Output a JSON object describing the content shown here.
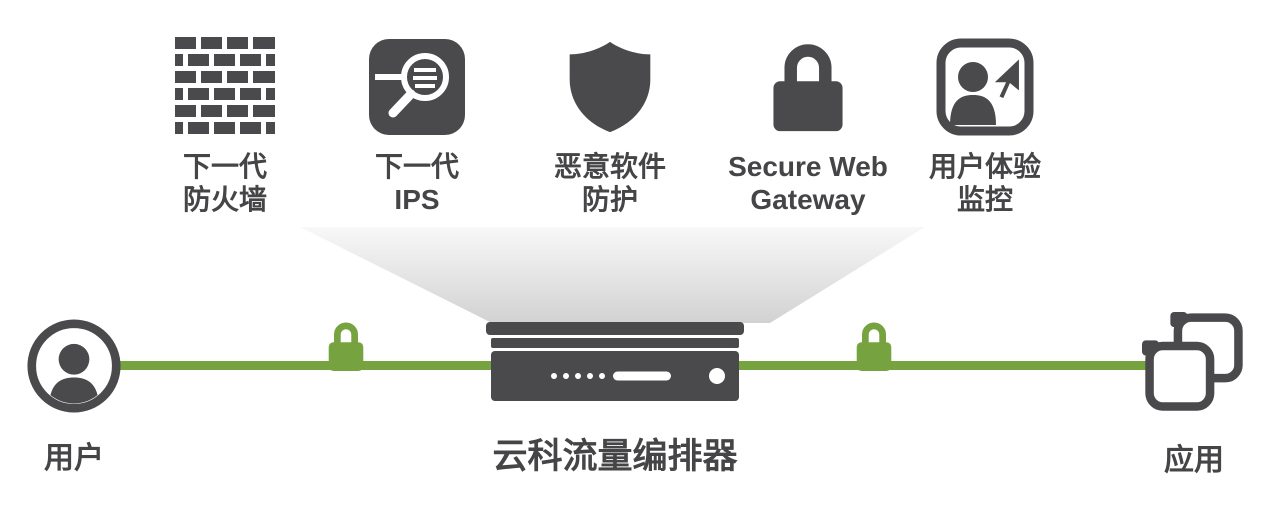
{
  "colors": {
    "dark_gray": "#4a4a4c",
    "green": "#77a240",
    "funnel_light": "#f8f8f8",
    "funnel_dark": "#d2d2d2"
  },
  "services": [
    {
      "name": "next-gen-firewall",
      "icon": "firewall-brick-wall-icon",
      "label_line1": "下一代",
      "label_line2": "防火墙"
    },
    {
      "name": "next-gen-ips",
      "icon": "inspection-magnifier-icon",
      "label_line1": "下一代",
      "label_line2": "IPS"
    },
    {
      "name": "malware-protection",
      "icon": "shield-icon",
      "label_line1": "恶意软件",
      "label_line2": "防护"
    },
    {
      "name": "secure-web-gateway",
      "icon": "padlock-icon",
      "label_line1": "Secure Web",
      "label_line2": "Gateway"
    },
    {
      "name": "user-experience-monitoring",
      "icon": "user-cursor-icon",
      "label_line1": "用户体验",
      "label_line2": "监控"
    }
  ],
  "flow": {
    "user_label": "用户",
    "app_label": "应用",
    "device_label": "云科流量编排器"
  }
}
